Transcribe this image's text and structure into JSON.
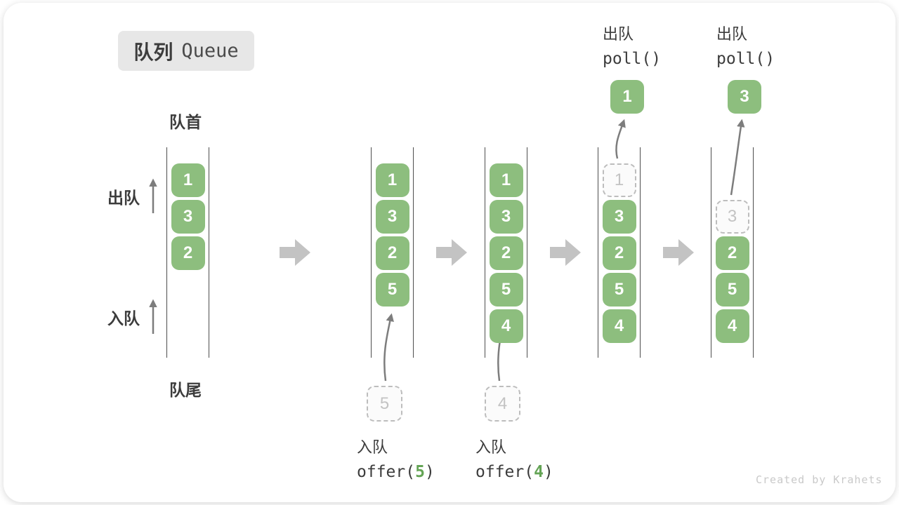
{
  "title": {
    "zh": "队列",
    "en": "Queue"
  },
  "side_labels": {
    "front": "队首",
    "rear": "队尾",
    "dequeue": "出队",
    "enqueue": "入队"
  },
  "operations": {
    "enqueue5": {
      "label": "入队",
      "code_pre": "offer(",
      "code_arg": "5",
      "code_post": ")"
    },
    "enqueue4": {
      "label": "入队",
      "code_pre": "offer(",
      "code_arg": "4",
      "code_post": ")"
    },
    "poll1": {
      "label": "出队",
      "code": "poll()"
    },
    "poll2": {
      "label": "出队",
      "code": "poll()"
    }
  },
  "queues": [
    {
      "name": "initial",
      "slots": [
        {
          "value": "1",
          "style": "green"
        },
        {
          "value": "3",
          "style": "green"
        },
        {
          "value": "2",
          "style": "green"
        }
      ]
    },
    {
      "name": "after-offer-5",
      "pending": "5",
      "slots": [
        {
          "value": "1",
          "style": "green"
        },
        {
          "value": "3",
          "style": "green"
        },
        {
          "value": "2",
          "style": "green"
        },
        {
          "value": "5",
          "style": "green"
        }
      ]
    },
    {
      "name": "after-offer-4",
      "pending": "4",
      "slots": [
        {
          "value": "1",
          "style": "green"
        },
        {
          "value": "3",
          "style": "green"
        },
        {
          "value": "2",
          "style": "green"
        },
        {
          "value": "5",
          "style": "green"
        },
        {
          "value": "4",
          "style": "green"
        }
      ]
    },
    {
      "name": "after-poll-1",
      "popped": "1",
      "slots": [
        {
          "value": "1",
          "style": "dashed"
        },
        {
          "value": "3",
          "style": "green"
        },
        {
          "value": "2",
          "style": "green"
        },
        {
          "value": "5",
          "style": "green"
        },
        {
          "value": "4",
          "style": "green"
        }
      ]
    },
    {
      "name": "after-poll-3",
      "popped": "3",
      "slots": [
        {
          "value": "",
          "style": "empty"
        },
        {
          "value": "3",
          "style": "dashed"
        },
        {
          "value": "2",
          "style": "green"
        },
        {
          "value": "5",
          "style": "green"
        },
        {
          "value": "4",
          "style": "green"
        }
      ]
    }
  ],
  "watermark": "Created by Krahets",
  "colors": {
    "box_green": "#8dbe7e",
    "code_green": "#64a455",
    "flow_arrow_gray": "#c3c3c3",
    "thin_arrow_gray": "#7d7d7d",
    "text_dark": "#3c3c3c",
    "dashed_gray": "#bdbdbd"
  }
}
